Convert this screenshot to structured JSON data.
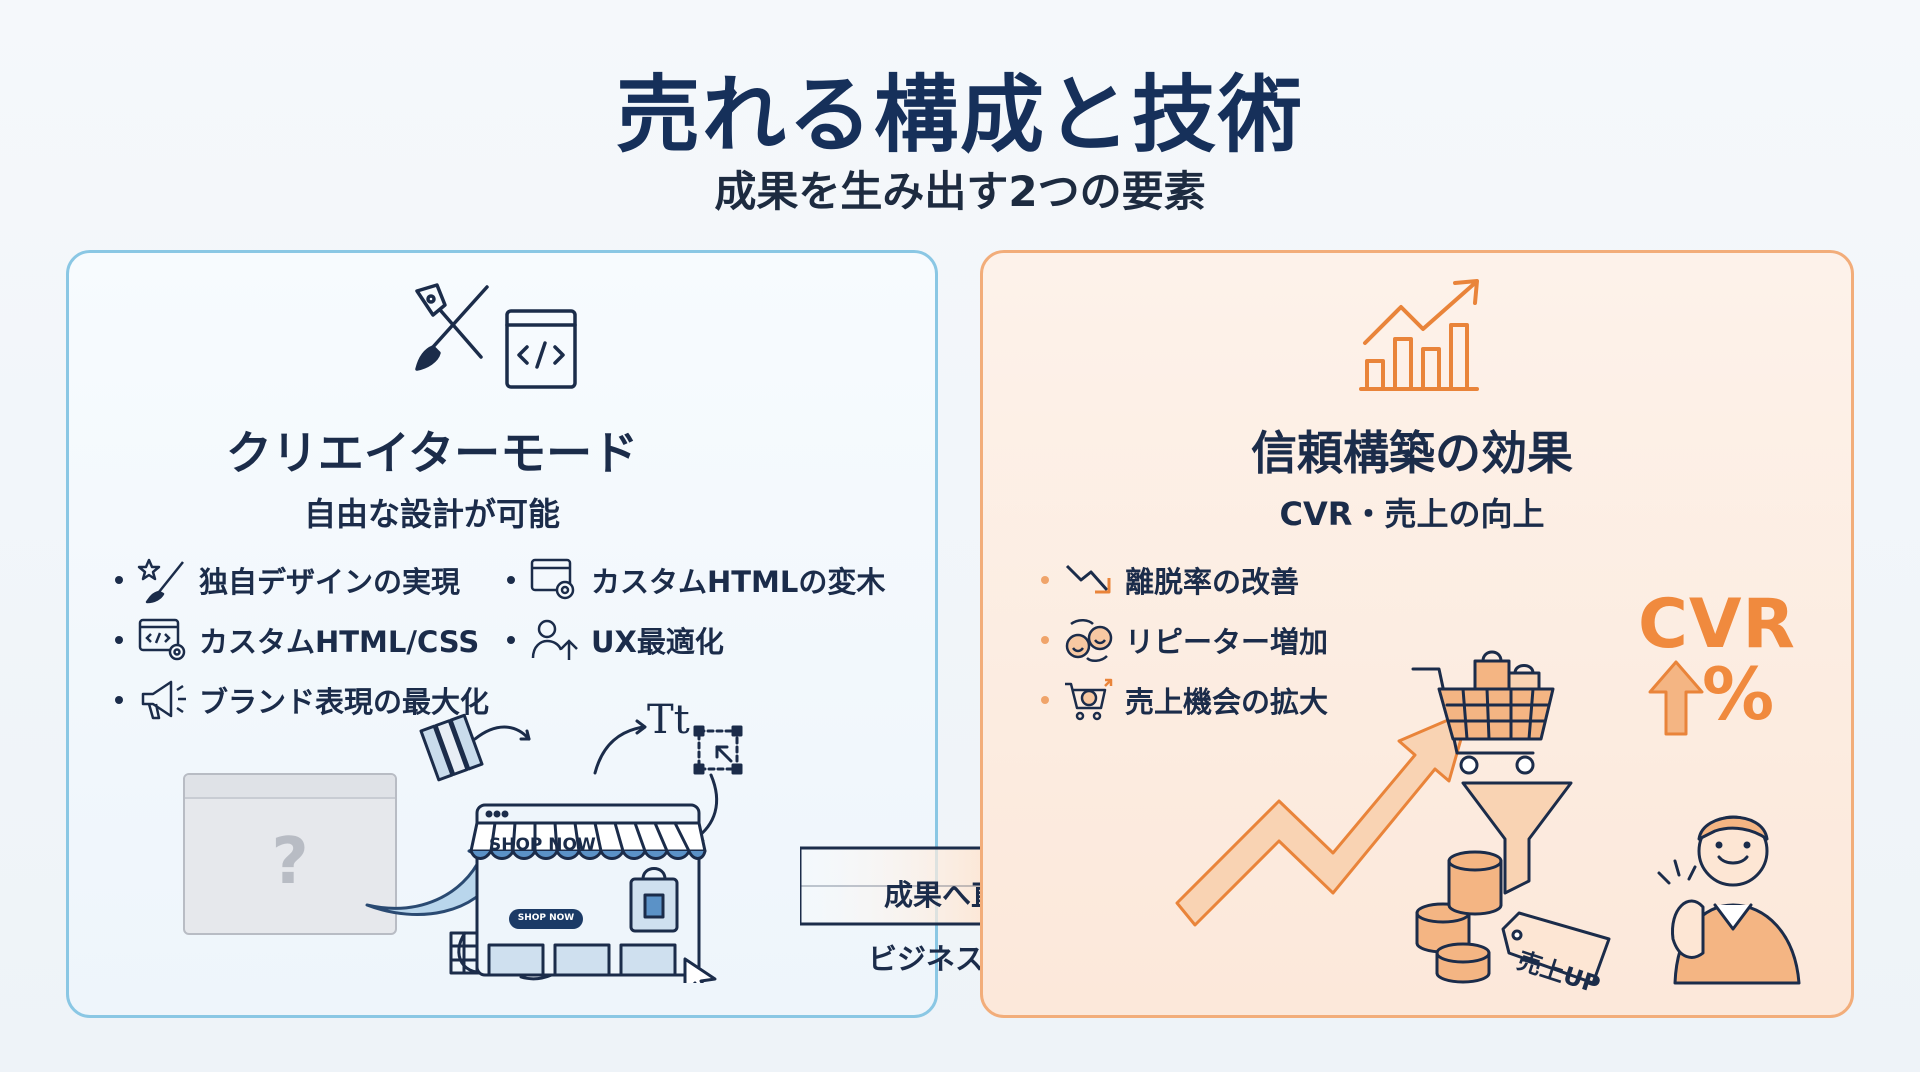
{
  "header": {
    "title": "売れる構成と技術",
    "subtitle": "成果を生み出す2つの要素"
  },
  "left_panel": {
    "title": "クリエイターモード",
    "subtitle": "自由な設計が可能",
    "features": [
      {
        "label": "独自デザインの実現",
        "icon": "star-brush-icon"
      },
      {
        "label": "カスタムHTMLの変木",
        "icon": "window-gear-icon"
      },
      {
        "label": "カスタムHTML/CSS",
        "icon": "code-gear-icon"
      },
      {
        "label": "UX最適化",
        "icon": "user-up-icon"
      },
      {
        "label": "ブランド表現の最大化",
        "icon": "megaphone-icon"
      }
    ],
    "question_mark": "?",
    "shop": {
      "sign_large": "SHOP NOW",
      "sign_button": "SHOP NOW"
    },
    "text_tool": "Tt"
  },
  "center_arrow": {
    "label_top": "成果へ直結",
    "label_bottom": "ビジネス成長"
  },
  "right_panel": {
    "title": "信頼構築の効果",
    "subtitle": "CVR・売上の向上",
    "features": [
      {
        "label": "離脱率の改善",
        "icon": "down-trend-icon"
      },
      {
        "label": "リピーター増加",
        "icon": "faces-icon"
      },
      {
        "label": "売上機会の拡大",
        "icon": "dollar-cart-icon"
      }
    ],
    "cvr_label": "CVR",
    "percent_label": "%",
    "tag_label": "売上UP"
  },
  "colors": {
    "navy": "#16305a",
    "blue_border": "#8ac7e4",
    "orange_border": "#f2ad7a",
    "orange_accent": "#f08a3e"
  }
}
